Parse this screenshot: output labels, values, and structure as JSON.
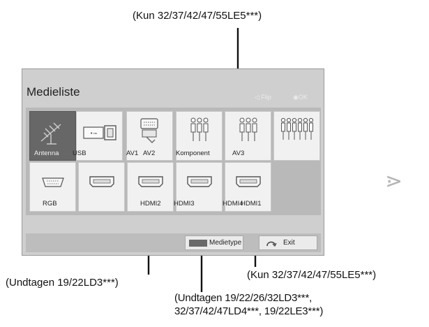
{
  "panel": {
    "title": "Medieliste",
    "hint_flip": "◁ Flip",
    "hint_ok": "◉OK"
  },
  "inputs_row1": [
    "Antenna",
    "USB",
    "AV1",
    "AV2",
    "Komponent",
    "AV3"
  ],
  "inputs_row2": [
    "RGB",
    "HDMI2",
    "HDMI3",
    "HDMI4",
    "HDMI1"
  ],
  "footer": {
    "medietype_label": "Medietype",
    "exit_label": "Exit"
  },
  "annotations": {
    "top": "(Kun 32/37/42/47/55LE5***)",
    "right": "(Kun 32/37/42/47/55LE5***)",
    "left": "(Undtagen 19/22LD3***)",
    "bottom_line1": "(Undtagen 19/22/26/32LD3***,",
    "bottom_line2": "32/37/42/47LD4***, 19/22LE3***)"
  },
  "side_glyph": "⋗",
  "colors": {
    "panel_bg": "#cfcfcf",
    "tile_bg": "#f1f1f1",
    "selected_tile": "#676767"
  }
}
